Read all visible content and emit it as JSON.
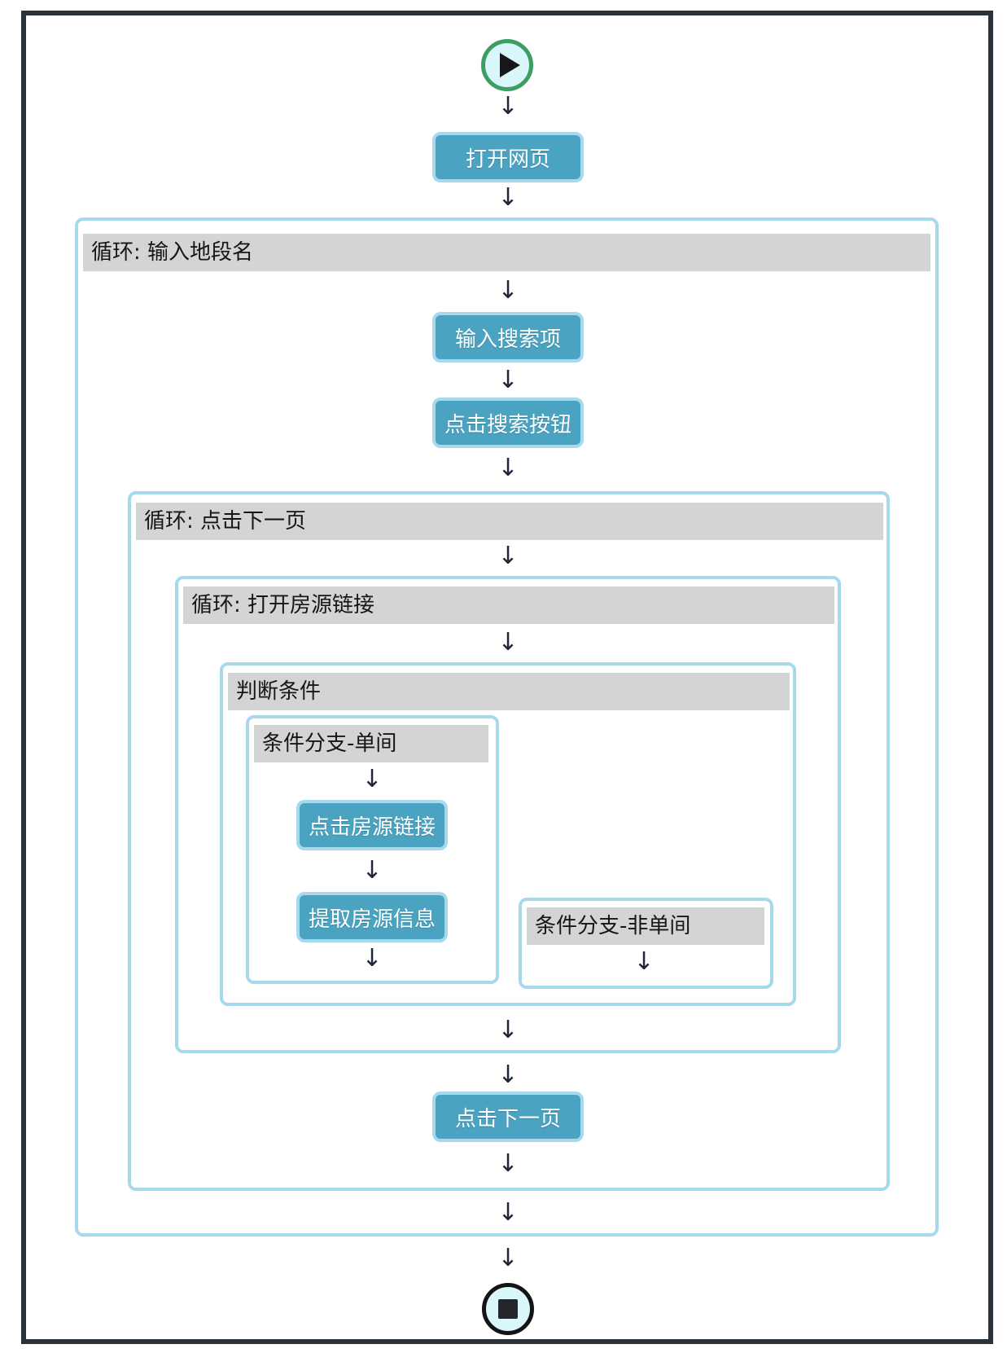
{
  "diagram": {
    "glyphs": {
      "arrow_down": "↓"
    },
    "terminals": {
      "start_icon": "play-icon",
      "end_icon": "stop-icon"
    },
    "steps": {
      "open_webpage": "打开网页",
      "loop_input_location": "循环: 输入地段名",
      "input_search_term": "输入搜索项",
      "click_search_button": "点击搜索按钮",
      "loop_click_next_page": "循环: 点击下一页",
      "loop_open_listing_links": "循环: 打开房源链接",
      "condition": "判断条件",
      "branch_single_room": "条件分支-单间",
      "click_listing_link": "点击房源链接",
      "extract_listing_info": "提取房源信息",
      "branch_not_single_room": "条件分支-非单间",
      "click_next_page": "点击下一页"
    },
    "colors": {
      "node_fill": "#4aa3c1",
      "node_border": "#a6d9ed",
      "container_border": "#a6d9ed",
      "header_bg": "#d4d4d4",
      "start_ring": "#3e9e62",
      "terminal_fill": "#d9f6fa",
      "end_ring": "#141414",
      "frame_border": "#2b3139",
      "arrow": "#20263c"
    }
  }
}
